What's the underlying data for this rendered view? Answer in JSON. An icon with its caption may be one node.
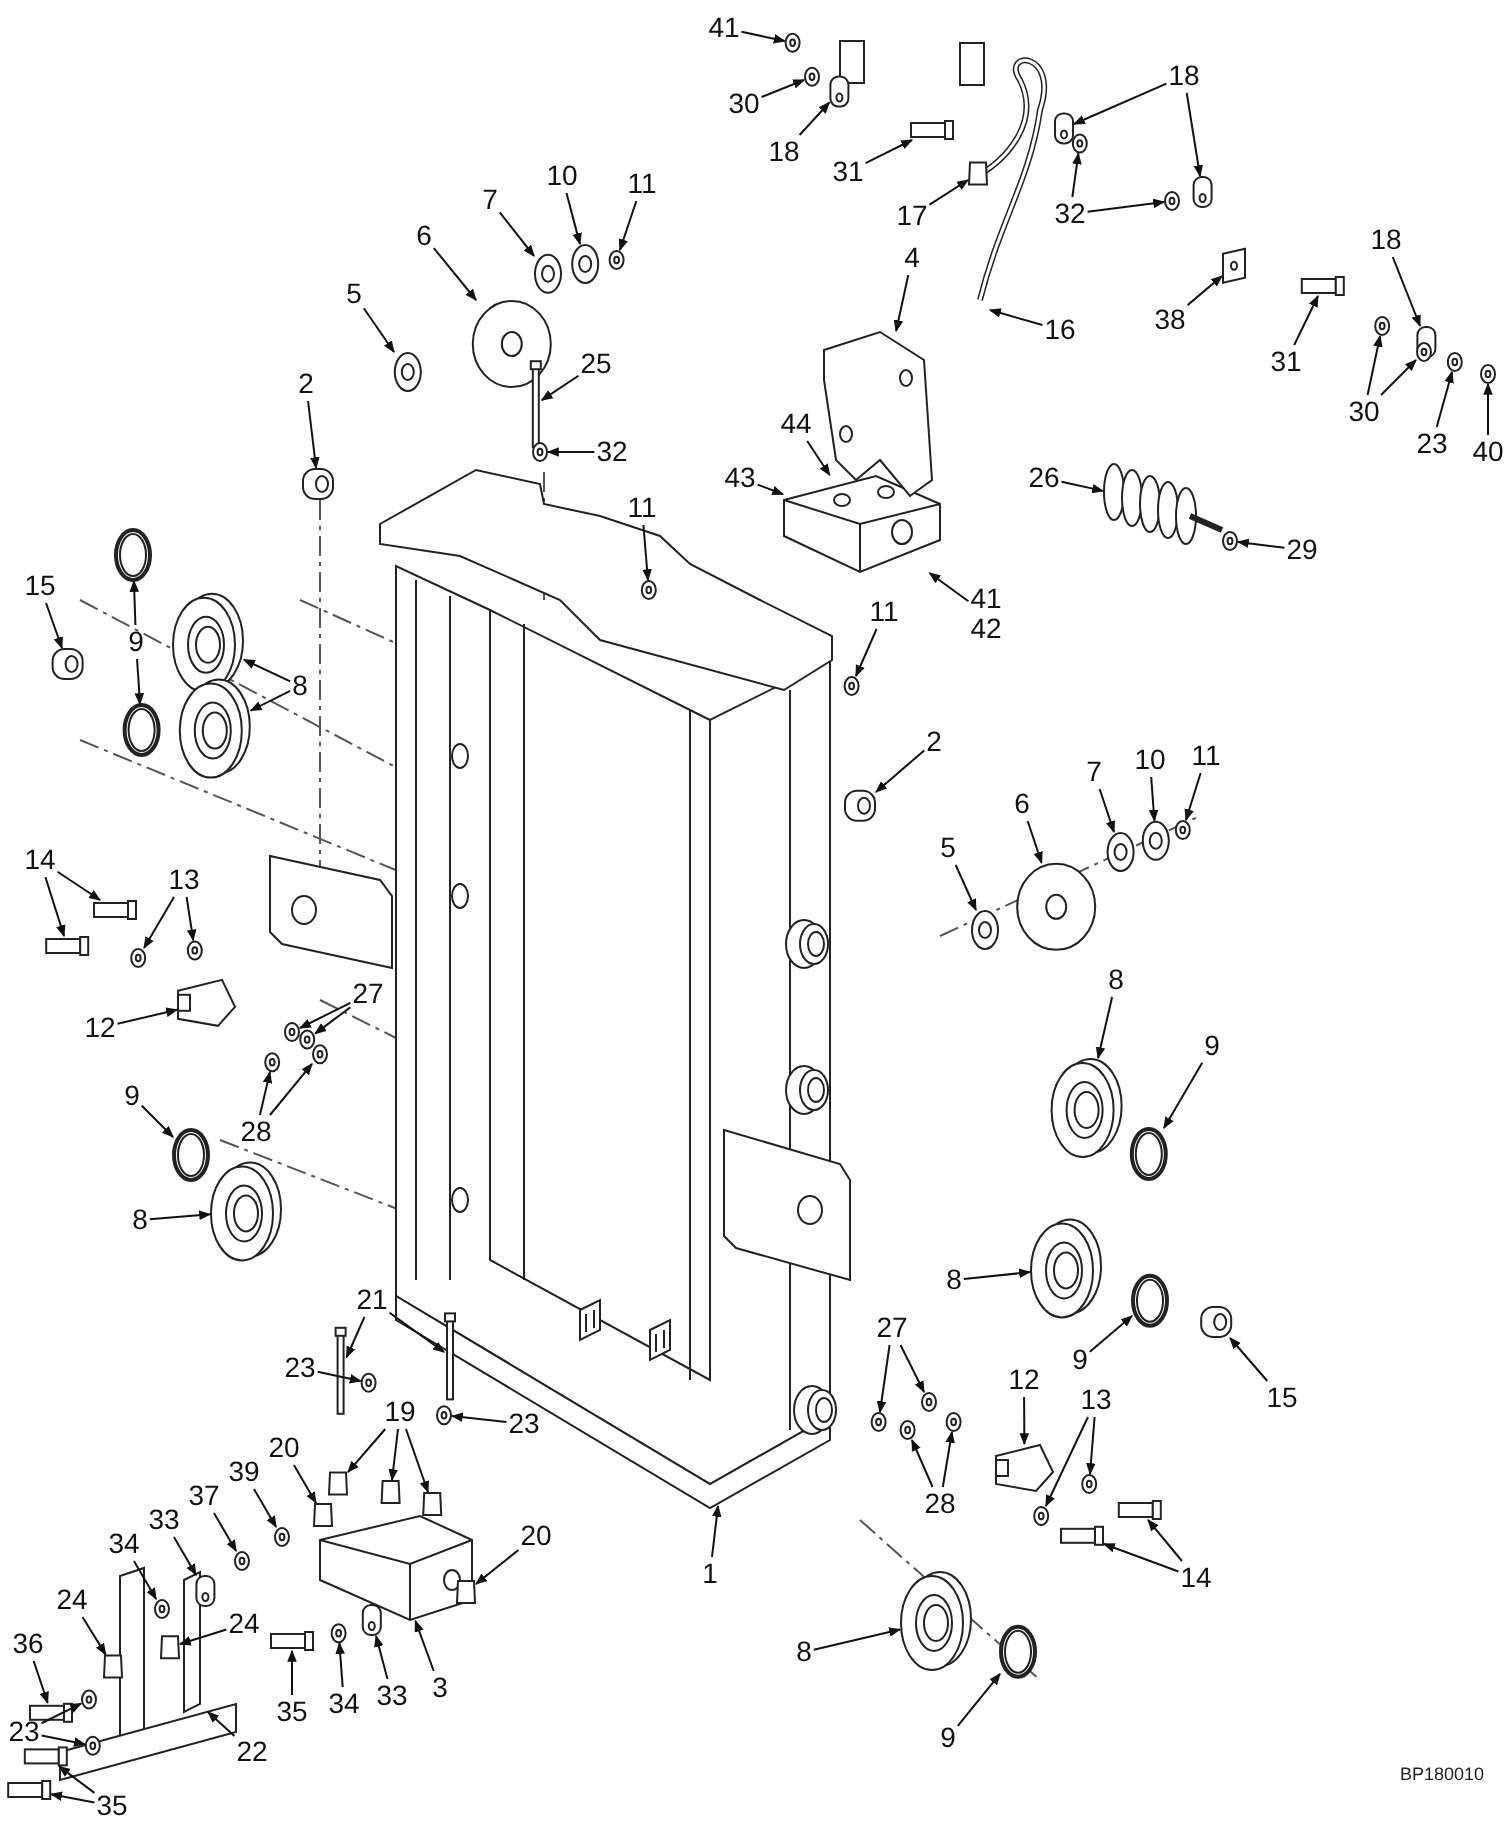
{
  "diagram": {
    "nodes": [
      {
        "text": [
          "41"
        ]
      },
      {
        "text": [
          "30"
        ]
      },
      {
        "text": [
          "18"
        ]
      },
      {
        "text": [
          "31"
        ]
      },
      {
        "text": [
          "17"
        ]
      },
      {
        "text": [
          "18"
        ]
      },
      {
        "text": [
          "32"
        ]
      },
      {
        "text": [
          "38"
        ]
      },
      {
        "text": [
          "16"
        ]
      },
      {
        "text": [
          "18"
        ]
      },
      {
        "text": [
          "31"
        ]
      },
      {
        "text": [
          "30"
        ]
      },
      {
        "text": [
          "23"
        ]
      },
      {
        "text": [
          "40"
        ]
      },
      {
        "text": [
          "6"
        ]
      },
      {
        "text": [
          "7"
        ]
      },
      {
        "text": [
          "10"
        ]
      },
      {
        "text": [
          "11"
        ]
      },
      {
        "text": [
          "5"
        ]
      },
      {
        "text": [
          "25"
        ]
      },
      {
        "text": [
          "32"
        ]
      },
      {
        "text": [
          "4"
        ]
      },
      {
        "text": [
          "2"
        ]
      },
      {
        "text": [
          "44"
        ]
      },
      {
        "text": [
          "26"
        ]
      },
      {
        "text": [
          "43"
        ]
      },
      {
        "text": [
          "11"
        ]
      },
      {
        "text": [
          "29"
        ]
      },
      {
        "text": [
          "15"
        ]
      },
      {
        "text": [
          "41",
          "42"
        ]
      },
      {
        "text": [
          "11"
        ]
      },
      {
        "text": [
          "9"
        ]
      },
      {
        "text": [
          "8"
        ]
      },
      {
        "text": [
          "2"
        ]
      },
      {
        "text": [
          "10"
        ]
      },
      {
        "text": [
          "11"
        ]
      },
      {
        "text": [
          "7"
        ]
      },
      {
        "text": [
          "6"
        ]
      },
      {
        "text": [
          "5"
        ]
      },
      {
        "text": [
          "14"
        ]
      },
      {
        "text": [
          "13"
        ]
      },
      {
        "text": [
          "8"
        ]
      },
      {
        "text": [
          "27"
        ]
      },
      {
        "text": [
          "12"
        ]
      },
      {
        "text": [
          "9"
        ]
      },
      {
        "text": [
          "9"
        ]
      },
      {
        "text": [
          "28"
        ]
      },
      {
        "text": [
          "8"
        ]
      },
      {
        "text": [
          "8"
        ]
      },
      {
        "text": [
          "27"
        ]
      },
      {
        "text": [
          "9"
        ]
      },
      {
        "text": [
          "12"
        ]
      },
      {
        "text": [
          "23"
        ]
      },
      {
        "text": [
          "21"
        ]
      },
      {
        "text": [
          "15"
        ]
      },
      {
        "text": [
          "20"
        ]
      },
      {
        "text": [
          "13"
        ]
      },
      {
        "text": [
          "19"
        ]
      },
      {
        "text": [
          "23"
        ]
      },
      {
        "text": [
          "39"
        ]
      },
      {
        "text": [
          "37"
        ]
      },
      {
        "text": [
          "33"
        ]
      },
      {
        "text": [
          "28"
        ]
      },
      {
        "text": [
          "34"
        ]
      },
      {
        "text": [
          "20"
        ]
      },
      {
        "text": [
          "1"
        ]
      },
      {
        "text": [
          "14"
        ]
      },
      {
        "text": [
          "24"
        ]
      },
      {
        "text": [
          "24"
        ]
      },
      {
        "text": [
          "36"
        ]
      },
      {
        "text": [
          "33"
        ]
      },
      {
        "text": [
          "3"
        ]
      },
      {
        "text": [
          "8"
        ]
      },
      {
        "text": [
          "35"
        ]
      },
      {
        "text": [
          "34"
        ]
      },
      {
        "text": [
          "23"
        ]
      },
      {
        "text": [
          "9"
        ]
      },
      {
        "text": [
          "22"
        ]
      },
      {
        "text": [
          "35"
        ]
      },
      {
        "text": [],
        "shape": "picture"
      },
      {
        "text": [],
        "shape": "picture"
      },
      {
        "text": [],
        "shape": "picture"
      },
      {
        "text": [],
        "shape": "bar"
      },
      {
        "text": [],
        "shape": "box"
      },
      {
        "text": [],
        "shape": "picture"
      },
      {
        "text": [],
        "shape": "picture"
      },
      {
        "text": [],
        "shape": "picture"
      },
      {
        "text": [],
        "shape": "picture"
      },
      {
        "text": [],
        "shape": "picture"
      },
      {
        "text": [],
        "shape": "picture"
      },
      {
        "text": [],
        "shape": "bar"
      },
      {
        "text": [],
        "shape": "picture"
      },
      {
        "text": [],
        "shape": "picture"
      },
      {
        "text": [],
        "shape": "picture"
      },
      {
        "text": [],
        "shape": "picture"
      },
      {
        "text": [],
        "shape": "picture"
      },
      {
        "text": [],
        "shape": "picture"
      },
      {
        "text": [],
        "shape": "picture"
      },
      {
        "text": [],
        "shape": "picture"
      },
      {
        "text": [],
        "shape": "picture"
      },
      {
        "text": [],
        "shape": "bar"
      },
      {
        "text": [],
        "shape": "picture"
      },
      {
        "text": [],
        "shape": "picture"
      },
      {
        "text": [],
        "shape": "picture"
      },
      {
        "text": [],
        "shape": "picture"
      },
      {
        "text": [],
        "shape": "picture"
      },
      {
        "text": [],
        "shape": "picture"
      },
      {
        "text": [],
        "shape": "picture"
      },
      {
        "text": [],
        "shape": "picture"
      },
      {
        "text": [],
        "shape": "picture"
      },
      {
        "text": [],
        "shape": "picture"
      },
      {
        "text": [],
        "shape": "picture"
      },
      {
        "text": [],
        "shape": "picture"
      },
      {
        "text": [],
        "shape": "picture"
      },
      {
        "text": [],
        "shape": "picture"
      },
      {
        "text": [],
        "shape": "picture"
      },
      {
        "text": [],
        "shape": "picture"
      },
      {
        "text": [],
        "shape": "picture"
      },
      {
        "text": [],
        "shape": "picture"
      },
      {
        "text": [],
        "shape": "bar"
      },
      {
        "text": [],
        "shape": "bar"
      },
      {
        "text": [],
        "shape": "picture"
      },
      {
        "text": [],
        "shape": "picture"
      },
      {
        "text": [],
        "shape": "picture"
      },
      {
        "text": [],
        "shape": "picture"
      },
      {
        "text": [],
        "shape": "picture"
      },
      {
        "text": [],
        "shape": "picture"
      },
      {
        "text": [],
        "shape": "picture"
      },
      {
        "text": [],
        "shape": "picture"
      },
      {
        "text": [],
        "shape": "picture"
      },
      {
        "text": [],
        "shape": "picture"
      },
      {
        "text": [],
        "shape": "picture"
      },
      {
        "text": [],
        "shape": "picture"
      },
      {
        "text": [],
        "shape": "picture"
      },
      {
        "text": [],
        "shape": "picture"
      },
      {
        "text": [],
        "shape": "picture"
      },
      {
        "text": [],
        "shape": "picture"
      },
      {
        "text": [],
        "shape": "picture"
      },
      {
        "text": [],
        "shape": "bar"
      },
      {
        "text": [],
        "shape": "bar"
      },
      {
        "text": [],
        "shape": "picture"
      },
      {
        "text": [],
        "shape": "box"
      },
      {
        "text": [],
        "shape": "picture"
      },
      {
        "text": [],
        "shape": "picture"
      },
      {
        "text": [],
        "shape": "box"
      },
      {
        "text": [],
        "shape": "box"
      },
      {
        "text": [],
        "shape": "box"
      },
      {
        "text": [],
        "shape": "picture"
      },
      {
        "text": [],
        "shape": "picture"
      },
      {
        "text": [],
        "shape": "picture"
      },
      {
        "text": [],
        "shape": "picture"
      },
      {
        "text": [],
        "shape": "picture"
      },
      {
        "text": [],
        "shape": "picture"
      },
      {
        "text": [],
        "shape": "picture"
      },
      {
        "text": [],
        "shape": "box"
      },
      {
        "text": [],
        "shape": "bar"
      },
      {
        "text": [],
        "shape": "bar"
      },
      {
        "text": [],
        "shape": "box"
      },
      {
        "text": [],
        "shape": "box"
      },
      {
        "text": [],
        "shape": "bar"
      },
      {
        "text": [],
        "shape": "picture"
      },
      {
        "text": [],
        "shape": "picture"
      },
      {
        "text": [],
        "shape": "picture"
      },
      {
        "text": [],
        "shape": "bar"
      },
      {
        "text": [],
        "shape": "picture"
      },
      {
        "text": [],
        "shape": "picture"
      },
      {
        "text": [],
        "shape": "picture"
      },
      {
        "text": [],
        "shape": "picture"
      },
      {
        "text": [],
        "shape": "bar"
      },
      {
        "text": [],
        "shape": "bar"
      },
      {
        "text": [],
        "shape": "picture"
      },
      {
        "text": [],
        "shape": "box"
      },
      {
        "text": [],
        "shape": "box"
      },
      {
        "text": [],
        "shape": "picture"
      },
      {
        "text": [],
        "shape": "picture"
      },
      {
        "text": [],
        "shape": "picture"
      },
      {
        "text": [],
        "shape": "picture"
      },
      {
        "text": [],
        "shape": "picture"
      }
    ],
    "edges": [
      {
        "from": 0,
        "to": 79,
        "arrow": "to"
      },
      {
        "from": 1,
        "to": 80,
        "arrow": "to"
      },
      {
        "from": 2,
        "to": 81,
        "arrow": "to"
      },
      {
        "from": 3,
        "to": 82,
        "arrow": "to"
      },
      {
        "from": 4,
        "to": 83,
        "arrow": "to"
      },
      {
        "from": 5,
        "to": 84,
        "arrow": "to"
      },
      {
        "from": 5,
        "to": 85,
        "arrow": "to"
      },
      {
        "from": 6,
        "to": 86,
        "arrow": "to"
      },
      {
        "from": 6,
        "to": 87,
        "arrow": "to"
      },
      {
        "from": 7,
        "to": 88,
        "arrow": "to"
      },
      {
        "from": 8,
        "to": null,
        "arrow": "to"
      },
      {
        "from": 9,
        "to": 89,
        "arrow": "to"
      },
      {
        "from": 10,
        "to": 90,
        "arrow": "to"
      },
      {
        "from": 11,
        "to": 91,
        "arrow": "to"
      },
      {
        "from": 11,
        "to": 92,
        "arrow": "to"
      },
      {
        "from": 12,
        "to": 93,
        "arrow": "to"
      },
      {
        "from": 13,
        "to": 94,
        "arrow": "to"
      },
      {
        "from": 14,
        "to": 95,
        "arrow": "to"
      },
      {
        "from": 15,
        "to": 96,
        "arrow": "to"
      },
      {
        "from": 16,
        "to": 97,
        "arrow": "to"
      },
      {
        "from": 17,
        "to": 98,
        "arrow": "to"
      },
      {
        "from": 18,
        "to": 99,
        "arrow": "to"
      },
      {
        "from": 19,
        "to": 100,
        "arrow": "to"
      },
      {
        "from": 20,
        "to": 101,
        "arrow": "to"
      },
      {
        "from": 21,
        "to": 170,
        "arrow": "to"
      },
      {
        "from": 22,
        "to": 102,
        "arrow": "to"
      },
      {
        "from": 23,
        "to": 103,
        "arrow": "to"
      },
      {
        "from": 24,
        "to": 104,
        "arrow": "to"
      },
      {
        "from": 25,
        "to": 103,
        "arrow": "to"
      },
      {
        "from": 26,
        "to": 105,
        "arrow": "to"
      },
      {
        "from": 27,
        "to": 106,
        "arrow": "to"
      },
      {
        "from": 28,
        "to": 107,
        "arrow": "to"
      },
      {
        "from": 29,
        "to": 103,
        "arrow": "to"
      },
      {
        "from": 30,
        "to": 108,
        "arrow": "to"
      },
      {
        "from": 31,
        "to": 109,
        "arrow": "to"
      },
      {
        "from": 31,
        "to": 110,
        "arrow": "to"
      },
      {
        "from": 32,
        "to": 111,
        "arrow": "to"
      },
      {
        "from": 32,
        "to": 112,
        "arrow": "to"
      },
      {
        "from": 33,
        "to": 113,
        "arrow": "to"
      },
      {
        "from": 34,
        "to": 114,
        "arrow": "to"
      },
      {
        "from": 35,
        "to": 115,
        "arrow": "to"
      },
      {
        "from": 36,
        "to": 116,
        "arrow": "to"
      },
      {
        "from": 37,
        "to": 117,
        "arrow": "to"
      },
      {
        "from": 38,
        "to": 118,
        "arrow": "to"
      },
      {
        "from": 39,
        "to": 119,
        "arrow": "to"
      },
      {
        "from": 39,
        "to": 120,
        "arrow": "to"
      },
      {
        "from": 40,
        "to": 121,
        "arrow": "to"
      },
      {
        "from": 40,
        "to": 122,
        "arrow": "to"
      },
      {
        "from": 41,
        "to": 123,
        "arrow": "to"
      },
      {
        "from": 42,
        "to": 124,
        "arrow": "to"
      },
      {
        "from": 42,
        "to": 125,
        "arrow": "to"
      },
      {
        "from": 43,
        "to": 126,
        "arrow": "to"
      },
      {
        "from": 44,
        "to": 127,
        "arrow": "to"
      },
      {
        "from": 45,
        "to": 128,
        "arrow": "to"
      },
      {
        "from": 46,
        "to": 129,
        "arrow": "to"
      },
      {
        "from": 46,
        "to": 130,
        "arrow": "to"
      },
      {
        "from": 47,
        "to": 131,
        "arrow": "to"
      },
      {
        "from": 48,
        "to": 132,
        "arrow": "to"
      },
      {
        "from": 49,
        "to": 133,
        "arrow": "to"
      },
      {
        "from": 49,
        "to": 134,
        "arrow": "to"
      },
      {
        "from": 50,
        "to": 135,
        "arrow": "to"
      },
      {
        "from": 51,
        "to": 136,
        "arrow": "to"
      },
      {
        "from": 52,
        "to": 137,
        "arrow": "to"
      },
      {
        "from": 53,
        "to": 138,
        "arrow": "to"
      },
      {
        "from": 53,
        "to": 139,
        "arrow": "to"
      },
      {
        "from": 54,
        "to": 140,
        "arrow": "to"
      },
      {
        "from": 55,
        "to": 141,
        "arrow": "to"
      },
      {
        "from": 56,
        "to": 142,
        "arrow": "to"
      },
      {
        "from": 56,
        "to": 143,
        "arrow": "to"
      },
      {
        "from": 57,
        "to": 144,
        "arrow": "to"
      },
      {
        "from": 57,
        "to": 145,
        "arrow": "to"
      },
      {
        "from": 57,
        "to": 146,
        "arrow": "to"
      },
      {
        "from": 58,
        "to": 147,
        "arrow": "to"
      },
      {
        "from": 59,
        "to": 148,
        "arrow": "to"
      },
      {
        "from": 60,
        "to": 149,
        "arrow": "to"
      },
      {
        "from": 61,
        "to": 150,
        "arrow": "to"
      },
      {
        "from": 62,
        "to": 151,
        "arrow": "to"
      },
      {
        "from": 62,
        "to": 152,
        "arrow": "to"
      },
      {
        "from": 63,
        "to": 153,
        "arrow": "to"
      },
      {
        "from": 64,
        "to": 154,
        "arrow": "to"
      },
      {
        "from": 65,
        "to": null,
        "arrow": "to"
      },
      {
        "from": 66,
        "to": 155,
        "arrow": "to"
      },
      {
        "from": 66,
        "to": 156,
        "arrow": "to"
      },
      {
        "from": 67,
        "to": 157,
        "arrow": "to"
      },
      {
        "from": 68,
        "to": 158,
        "arrow": "to"
      },
      {
        "from": 69,
        "to": 159,
        "arrow": "to"
      },
      {
        "from": 70,
        "to": 160,
        "arrow": "to"
      },
      {
        "from": 71,
        "to": 161,
        "arrow": "to"
      },
      {
        "from": 72,
        "to": 162,
        "arrow": "to"
      },
      {
        "from": 73,
        "to": 163,
        "arrow": "to"
      },
      {
        "from": 74,
        "to": 164,
        "arrow": "to"
      },
      {
        "from": 75,
        "to": 165,
        "arrow": "to"
      },
      {
        "from": 75,
        "to": 166,
        "arrow": "to"
      },
      {
        "from": 76,
        "to": 167,
        "arrow": "to"
      },
      {
        "from": 77,
        "to": null,
        "arrow": "to"
      },
      {
        "from": 78,
        "to": 168,
        "arrow": "to"
      },
      {
        "from": 78,
        "to": 169,
        "arrow": "to"
      }
    ],
    "labels": [
      "BP180010"
    ]
  }
}
